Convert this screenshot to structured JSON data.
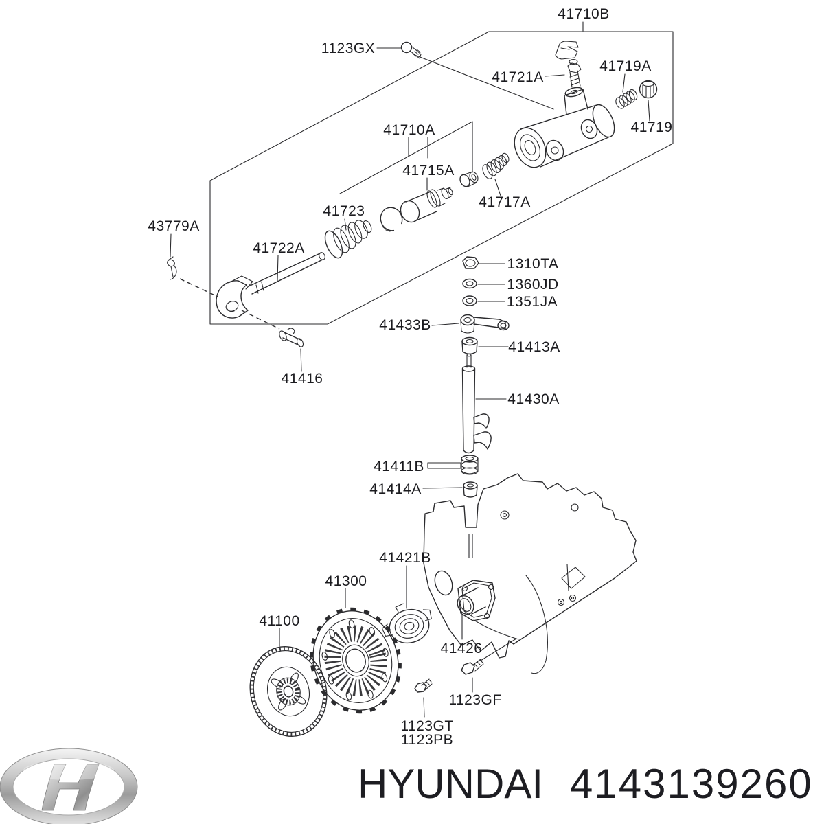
{
  "page": {
    "background_color": "#ffffff",
    "line_color": "#2b2b2e",
    "type": "exploded-parts-diagram",
    "subject": "clutch-and-release-cylinder"
  },
  "part_labels": [
    "41710B",
    "1123GX",
    "41721A",
    "41719A",
    "41719",
    "41710A",
    "41715A",
    "41723",
    "41717A",
    "43779A",
    "41722A",
    "1310TA",
    "1360JD",
    "1351JA",
    "41433B",
    "41413A",
    "41416",
    "41430A",
    "41411B",
    "41414A",
    "41421B",
    "41300",
    "41100",
    "41426",
    "1123GF",
    "1123GT",
    "1123PB"
  ],
  "footer": {
    "brand": "HYUNDAI",
    "part_number": "4143139260",
    "logo": "hyundai-logo"
  }
}
